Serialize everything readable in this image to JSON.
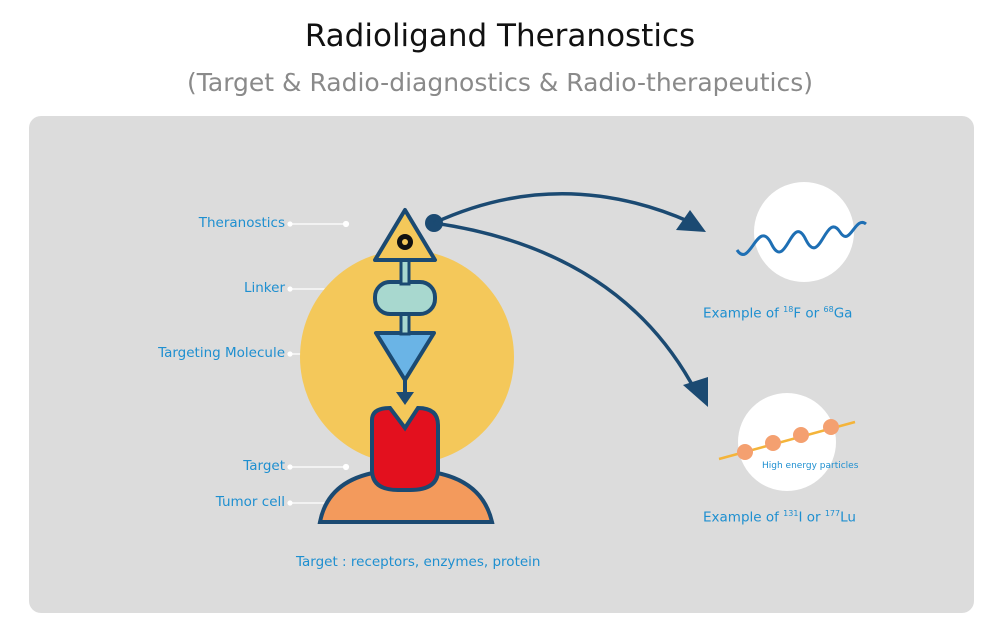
{
  "title": "Radioligand Theranostics",
  "subtitle": "(Target & Radio-diagnostics & Radio-therapeutics)",
  "labels": {
    "theranostics": "Theranostics",
    "linker": "Linker",
    "targeting": "Targeting Molecule",
    "target": "Target",
    "tumor": "Tumor cell"
  },
  "caption": "Target : receptors, enzymes, protein",
  "example1": {
    "prefix": "Example of ",
    "iso1": "18",
    "el1": "F",
    "or": " or ",
    "iso2": "68",
    "el2": "Ga"
  },
  "example2": {
    "prefix": "Example of ",
    "iso1": "131",
    "el1": "I",
    "or": " or ",
    "iso2": "177",
    "el2": "Lu"
  },
  "particles_label": "High energy particles"
}
